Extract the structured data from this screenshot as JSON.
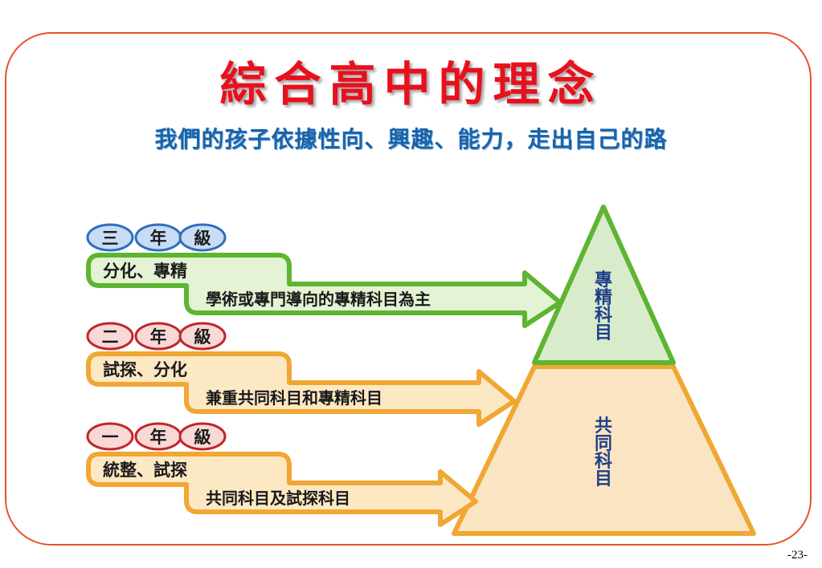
{
  "title": "綜合高中的理念",
  "subtitle": "我們的孩子依據性向、興趣、能力，走出自己的路",
  "levels": [
    {
      "grade_chars": [
        "三",
        "年",
        "級"
      ],
      "stage": "分化、專精",
      "description": "學術或專門導向的專精科目為主",
      "colors": {
        "badge_fill": "#c8dcf4",
        "badge_stroke": "#2f6fbd",
        "arrow_fill": "#e3f3d3",
        "arrow_stroke": "#5db531"
      }
    },
    {
      "grade_chars": [
        "二",
        "年",
        "級"
      ],
      "stage": "試探、分化",
      "description": "兼重共同科目和專精科目",
      "colors": {
        "badge_fill": "#f9d9d6",
        "badge_stroke": "#c0262a",
        "arrow_fill": "#fde8c4",
        "arrow_stroke": "#f0a733"
      }
    },
    {
      "grade_chars": [
        "一",
        "年",
        "級"
      ],
      "stage": "統整、試探",
      "description": "共同科目及試探科目",
      "colors": {
        "badge_fill": "#f9d9d6",
        "badge_stroke": "#c0262a",
        "arrow_fill": "#fde8c4",
        "arrow_stroke": "#f0a733"
      }
    }
  ],
  "pyramid": {
    "top_label": "專精科目",
    "bottom_label": "共同科目",
    "colors": {
      "top_fill": "#d8eccc",
      "top_stroke": "#5db531",
      "bottom_fill": "#fbe4c2",
      "bottom_stroke": "#f0a733"
    }
  },
  "page_number": "-23-"
}
